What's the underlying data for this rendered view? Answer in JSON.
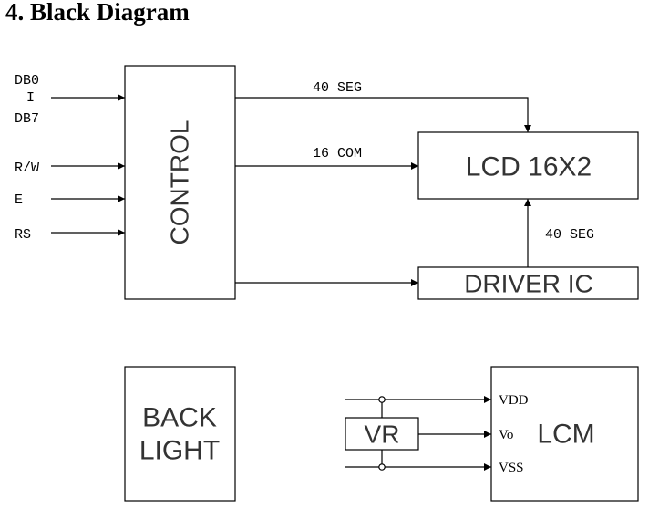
{
  "title": "4. Black Diagram",
  "inputs": {
    "db0": "DB0",
    "sep": "I",
    "db7": "DB7",
    "rw": "R/W",
    "e": "E",
    "rs": "RS"
  },
  "blocks": {
    "control": "CONTROL",
    "lcd": "LCD 16X2",
    "driver": "DRIVER IC",
    "backlight_line1": "BACK",
    "backlight_line2": "LIGHT",
    "vr": "VR",
    "lcm": "LCM"
  },
  "signals": {
    "seg_top": "40 SEG",
    "com": "16 COM",
    "seg_right": "40 SEG"
  },
  "power_pins": {
    "vdd": "VDD",
    "vo": "Vo",
    "vss": "VSS"
  }
}
